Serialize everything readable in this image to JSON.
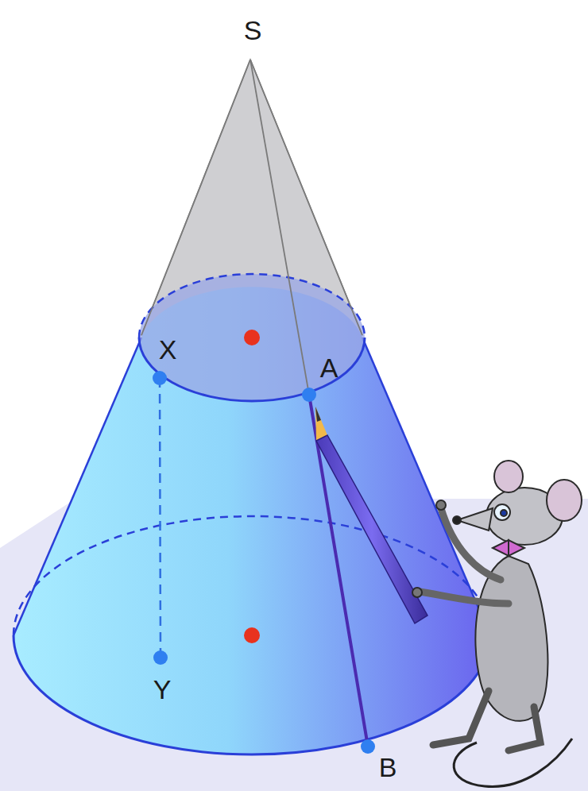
{
  "diagram": {
    "labels": [
      "S",
      "X",
      "A",
      "Y",
      "B"
    ]
  }
}
